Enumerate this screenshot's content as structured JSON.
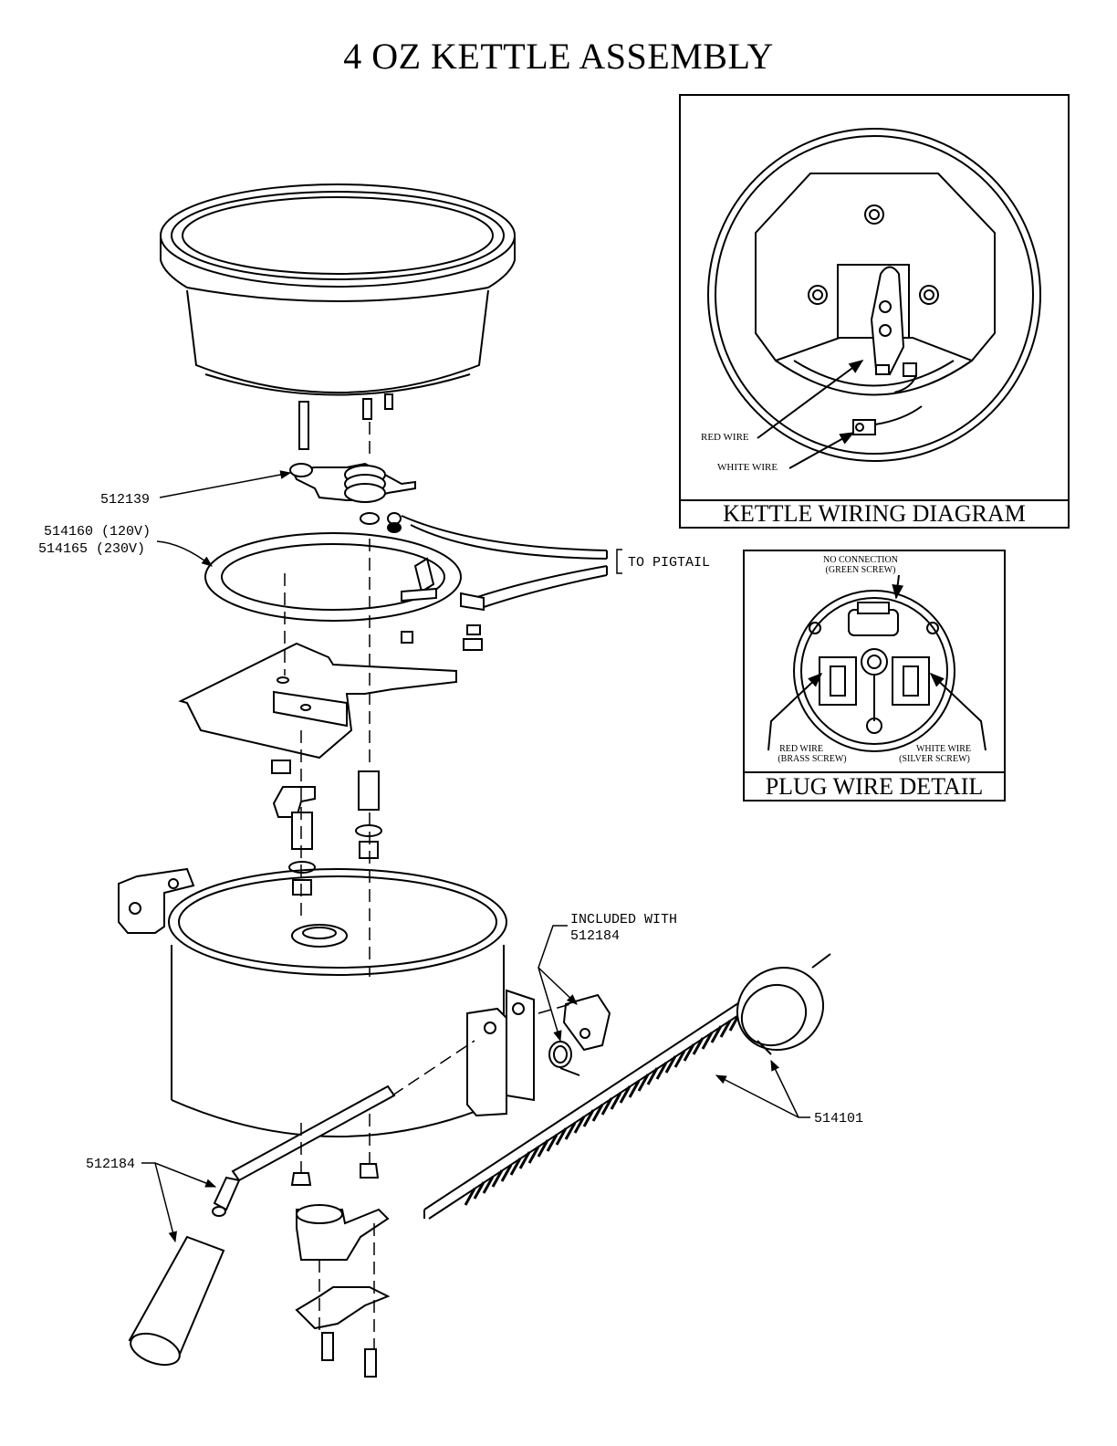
{
  "title": "4 OZ KETTLE ASSEMBLY",
  "callouts": {
    "p512139": "512139",
    "p514160": "514160 (120V)",
    "p514165": "514165 (230V)",
    "to_pigtail": "TO PIGTAIL",
    "included_line1": "INCLUDED WITH",
    "included_line2": "512184",
    "p514101": "514101",
    "p512184": "512184"
  },
  "kettle_wiring": {
    "caption": "KETTLE WIRING DIAGRAM",
    "red_wire": "RED WIRE",
    "white_wire": "WHITE WIRE"
  },
  "plug_detail": {
    "caption": "PLUG WIRE DETAIL",
    "no_connection": "NO CONNECTION",
    "green_screw": "(GREEN SCREW)",
    "red_wire": "RED WIRE",
    "brass_screw": "(BRASS SCREW)",
    "white_wire": "WHITE WIRE",
    "silver_screw": "(SILVER SCREW)"
  }
}
